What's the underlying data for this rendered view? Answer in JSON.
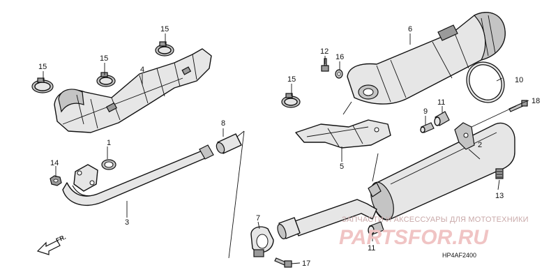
{
  "diagram": {
    "code": "HP4AF2400",
    "direction_label": "FR.",
    "watermark_caption": "ЗАПЧАСТИ И АКСЕССУАРЫ ДЛЯ МОТОТЕХНИКИ",
    "watermark_logo": "PARTSFOR.RU",
    "callouts": [
      {
        "id": "c1",
        "text": "1"
      },
      {
        "id": "c2",
        "text": "2"
      },
      {
        "id": "c3",
        "text": "3"
      },
      {
        "id": "c4",
        "text": "4"
      },
      {
        "id": "c5",
        "text": "5"
      },
      {
        "id": "c6",
        "text": "6"
      },
      {
        "id": "c7",
        "text": "7"
      },
      {
        "id": "c8",
        "text": "8"
      },
      {
        "id": "c9",
        "text": "9"
      },
      {
        "id": "c10",
        "text": "10"
      },
      {
        "id": "c11a",
        "text": "11"
      },
      {
        "id": "c11b",
        "text": "11"
      },
      {
        "id": "c12",
        "text": "12"
      },
      {
        "id": "c13",
        "text": "13"
      },
      {
        "id": "c14",
        "text": "14"
      },
      {
        "id": "c15a",
        "text": "15"
      },
      {
        "id": "c15b",
        "text": "15"
      },
      {
        "id": "c15c",
        "text": "15"
      },
      {
        "id": "c15d",
        "text": "15"
      },
      {
        "id": "c16",
        "text": "16"
      },
      {
        "id": "c17",
        "text": "17"
      },
      {
        "id": "c18",
        "text": "18"
      }
    ]
  }
}
